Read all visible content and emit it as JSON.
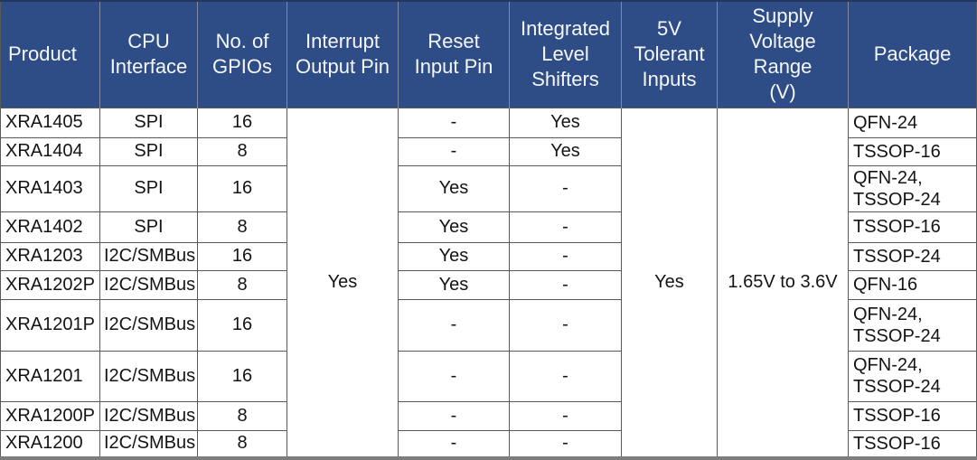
{
  "table": {
    "columns": [
      {
        "id": "product",
        "label": "Product"
      },
      {
        "id": "cpu",
        "label": "CPU\nInterface"
      },
      {
        "id": "gpios",
        "label": "No. of\nGPIOs"
      },
      {
        "id": "interrupt",
        "label": "Interrupt\nOutput Pin"
      },
      {
        "id": "reset",
        "label": "Reset\nInput Pin"
      },
      {
        "id": "shifters",
        "label": "Integrated\nLevel\nShifters"
      },
      {
        "id": "tolerant",
        "label": "5V\nTolerant\nInputs"
      },
      {
        "id": "supply",
        "label": "Supply\nVoltage Range\n(V)"
      },
      {
        "id": "package",
        "label": "Package"
      }
    ],
    "merged": {
      "interrupt_output_pin": "Yes",
      "five_v_tolerant_inputs": "Yes",
      "supply_voltage_range": "1.65V to 3.6V"
    },
    "rows": [
      {
        "product": "XRA1405",
        "cpu_interface": "SPI",
        "gpios": "16",
        "reset_input_pin": "-",
        "integrated_level_shifters": "Yes",
        "package": "QFN-24"
      },
      {
        "product": "XRA1404",
        "cpu_interface": "SPI",
        "gpios": "8",
        "reset_input_pin": "-",
        "integrated_level_shifters": "Yes",
        "package": "TSSOP-16"
      },
      {
        "product": "XRA1403",
        "cpu_interface": "SPI",
        "gpios": "16",
        "reset_input_pin": "Yes",
        "integrated_level_shifters": "-",
        "package": "QFN-24,\nTSSOP-24"
      },
      {
        "product": "XRA1402",
        "cpu_interface": "SPI",
        "gpios": "8",
        "reset_input_pin": "Yes",
        "integrated_level_shifters": "-",
        "package": "TSSOP-16"
      },
      {
        "product": "XRA1203",
        "cpu_interface": "I2C/SMBus",
        "gpios": "16",
        "reset_input_pin": "Yes",
        "integrated_level_shifters": "-",
        "package": "TSSOP-24"
      },
      {
        "product": "XRA1202P",
        "cpu_interface": "I2C/SMBus",
        "gpios": "8",
        "reset_input_pin": "Yes",
        "integrated_level_shifters": "-",
        "package": "QFN-16"
      },
      {
        "product": "XRA1201P",
        "cpu_interface": "I2C/SMBus",
        "gpios": "16",
        "reset_input_pin": "-",
        "integrated_level_shifters": "-",
        "package": "QFN-24,\nTSSOP-24"
      },
      {
        "product": "XRA1201",
        "cpu_interface": "I2C/SMBus",
        "gpios": "16",
        "reset_input_pin": "-",
        "integrated_level_shifters": "-",
        "package": "QFN-24,\nTSSOP-24"
      },
      {
        "product": "XRA1200P",
        "cpu_interface": "I2C/SMBus",
        "gpios": "8",
        "reset_input_pin": "-",
        "integrated_level_shifters": "-",
        "package": "TSSOP-16"
      },
      {
        "product": "XRA1200",
        "cpu_interface": "I2C/SMBus",
        "gpios": "8",
        "reset_input_pin": "-",
        "integrated_level_shifters": "-",
        "package": "TSSOP-16"
      }
    ],
    "colors": {
      "header_background": "#2E4C86",
      "header_text": "#F5F7FA",
      "cell_border": "#595959",
      "header_divider": "#7E8BA3",
      "bottom_bar": "#7D7D7D",
      "body_text": "#141414"
    }
  }
}
